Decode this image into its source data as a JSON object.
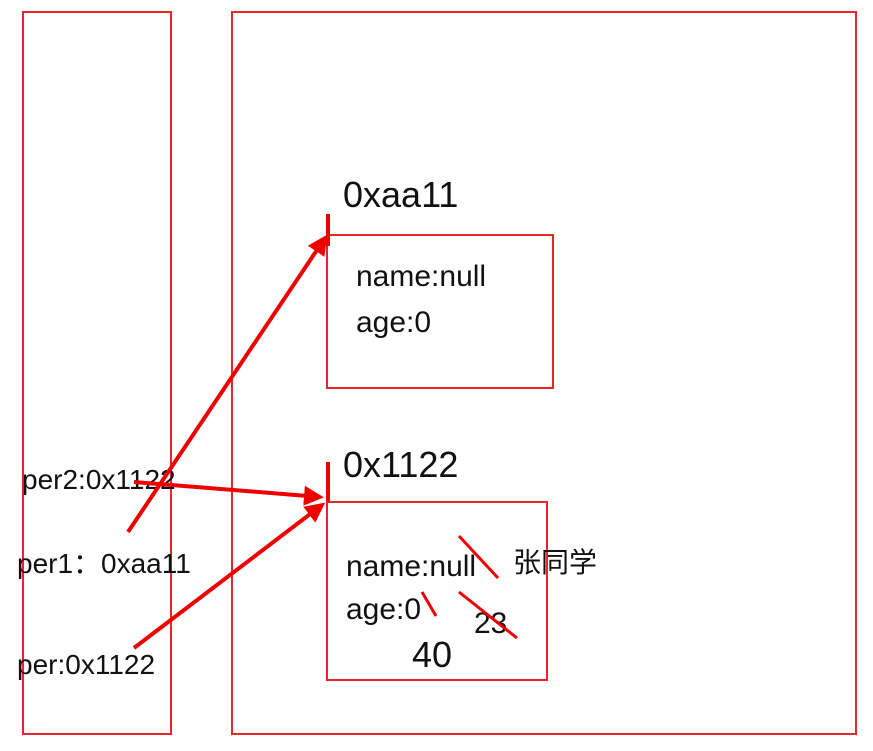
{
  "stack": {
    "vars": {
      "per2": "per2:0x1122",
      "per1": "per1：0xaa11",
      "per": "per:0x1122"
    }
  },
  "heap": {
    "object_a": {
      "address": "0xaa11",
      "name_line": "name:null",
      "age_line": "age:0"
    },
    "object_b": {
      "address": "0x1122",
      "name_line": "name:null",
      "name_new": "张同学",
      "age_line": "age:0",
      "age_new_1": "23",
      "age_new_2": "40"
    }
  },
  "colors": {
    "border": "#e8262a",
    "arrow": "#ee0000",
    "text": "#111111"
  }
}
